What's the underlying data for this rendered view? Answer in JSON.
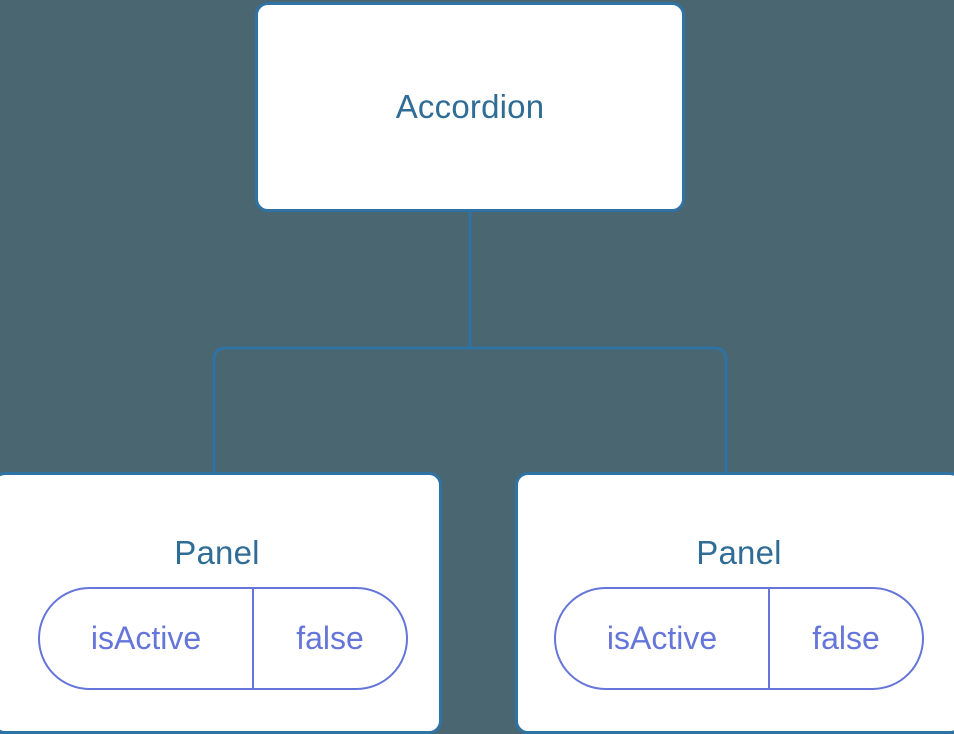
{
  "diagram": {
    "type": "component-tree",
    "background_color": "#4a6771",
    "node_border_color": "#2f72a4",
    "node_fill_color": "#ffffff",
    "node_text_color": "#2f6d96",
    "prop_accent_color": "#6575d9",
    "connector_color": "#2f72a4",
    "root": {
      "label": "Accordion"
    },
    "children": [
      {
        "label": "Panel",
        "props": [
          {
            "key": "isActive",
            "value": "false"
          }
        ]
      },
      {
        "label": "Panel",
        "props": [
          {
            "key": "isActive",
            "value": "false"
          }
        ]
      }
    ]
  }
}
